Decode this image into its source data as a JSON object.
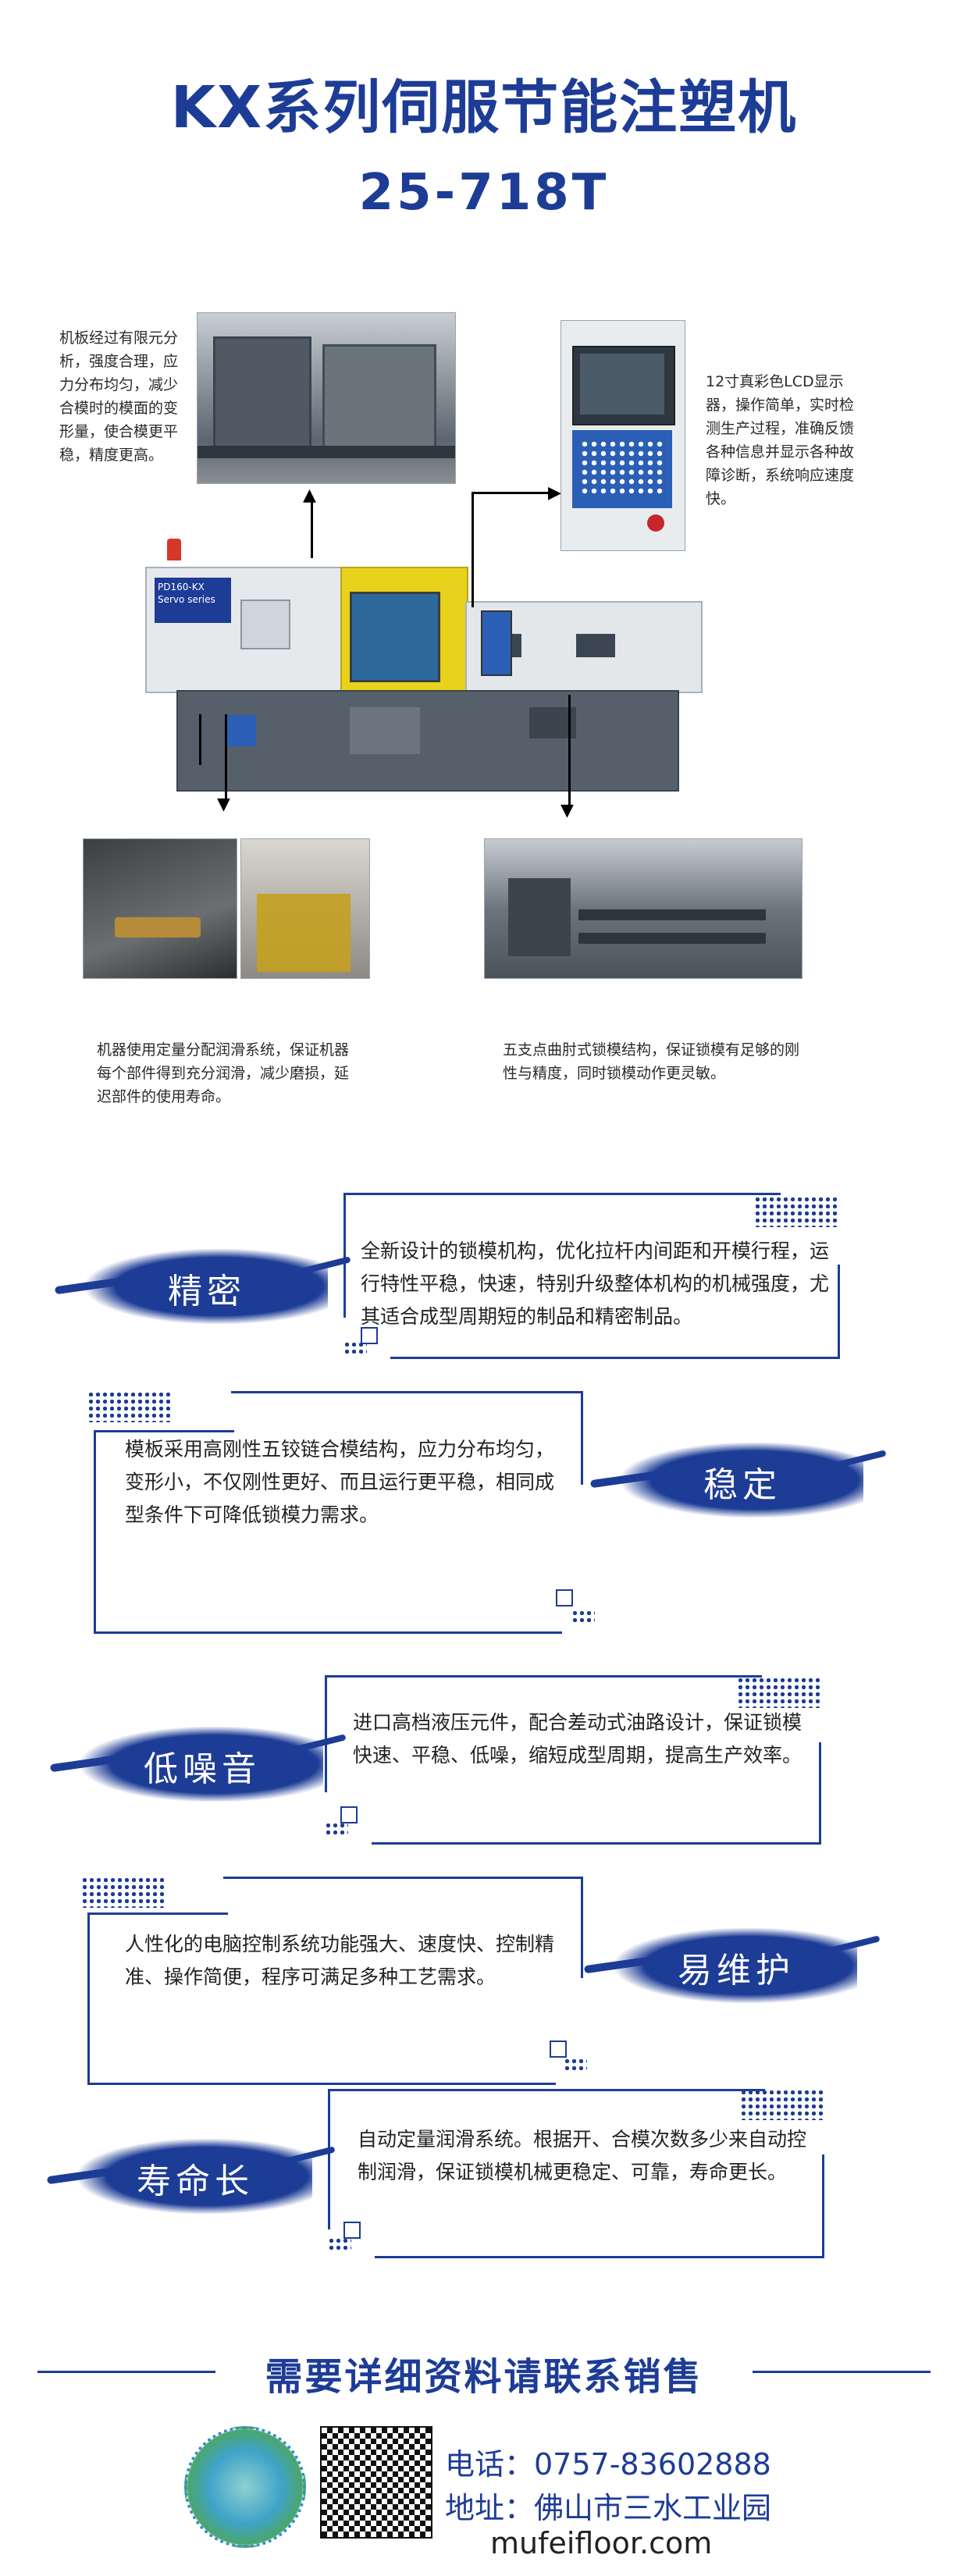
{
  "header": {
    "title": "KX系列伺服节能注塑机",
    "model": "25-718T"
  },
  "captions": {
    "platen": "机板经过有限元分析，强度合理，应力分布均匀，减少合模时的模面的变形量，使合模更平稳，精度更高。",
    "lcd": "12寸真彩色LCD显示器，操作简单，实时检测生产过程，准确反馈各种信息并显示各种故障诊断，系统响应速度快。",
    "lube": "机器使用定量分配润滑系统，保证机器每个部件得到充分润滑，减少磨损，延迟部件的使用寿命。",
    "toggle": "五支点曲肘式锁模结构，保证锁模有足够的刚性与精度，同时锁模动作更灵敏。"
  },
  "machine": {
    "panel_model": "PD160-KX",
    "panel_sub": "Servo series"
  },
  "features": [
    {
      "label": "精密",
      "text": "全新设计的锁模机构，优化拉杆内间距和开模行程，运行特性平稳，快速，特别升级整体机构的机械强度，尤其适合成型周期短的制品和精密制品。"
    },
    {
      "label": "稳定",
      "text": "模板采用高刚性五铰链合模结构，应力分布均匀，变形小，不仅刚性更好、而且运行更平稳，相同成型条件下可降低锁模力需求。"
    },
    {
      "label": "低噪音",
      "text": "进口高档液压元件，配合差动式油路设计，保证锁模快速、平稳、低噪，缩短成型周期，提高生产效率。"
    },
    {
      "label": "易维护",
      "text": "人性化的电脑控制系统功能强大、速度快、控制精准、操作简便，程序可满足多种工艺需求。"
    },
    {
      "label": "寿命长",
      "text": "自动定量润滑系统。根据开、合模次数多少来自动控制润滑，保证锁模机械更稳定、可靠，寿命更长。"
    }
  ],
  "contact": {
    "banner": "需要详细资料请联系销售",
    "phone": "电话：0757-83602888",
    "address": "地址：佛山市三水工业园",
    "website": "mufeifloor.com"
  },
  "colors": {
    "brand_blue": "#1d3c96",
    "machine_yellow": "#e8d21b",
    "machine_grey": "#55606b"
  },
  "icons": [
    "arrow-up-icon",
    "arrow-right-icon",
    "arrow-down-icon",
    "wechat-qr-icon",
    "qr-code-icon"
  ]
}
